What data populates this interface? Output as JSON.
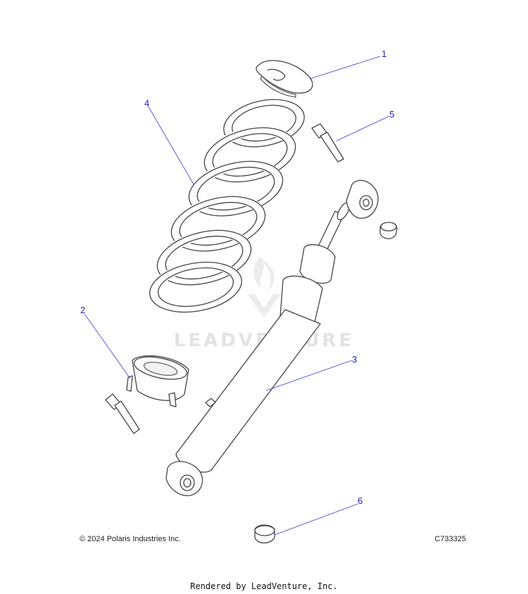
{
  "callouts": {
    "c1": "1",
    "c2": "2",
    "c3": "3",
    "c4": "4",
    "c5": "5",
    "c6": "6"
  },
  "watermark": "LEADVENTURE",
  "footer": {
    "copyright": "© 2024 Polaris Industries Inc.",
    "part_number": "C733325",
    "rendered_by": "Rendered by LeadVenture, Inc."
  },
  "colors": {
    "callout": "#2020c0",
    "outline": "#444444",
    "watermark": "#e3e3e3"
  }
}
